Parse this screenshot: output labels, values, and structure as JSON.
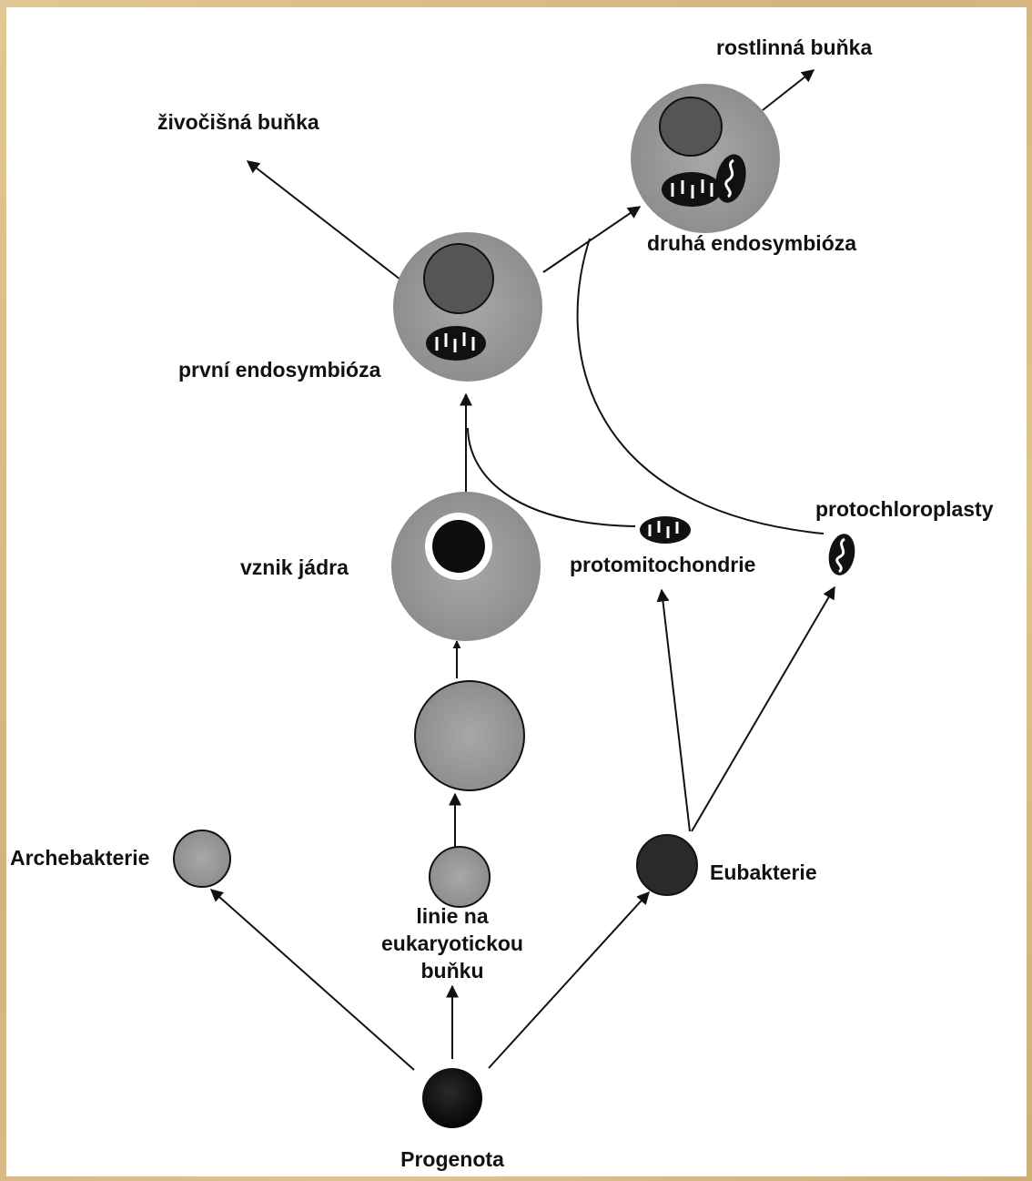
{
  "labels": {
    "animal_cell": "živočišná buňka",
    "plant_cell": "rostlinná buňka",
    "second_endosymbiosis": "druhá endosymbióza",
    "first_endosymbiosis": "první endosymbióza",
    "nucleus_origin": "vznik jádra",
    "protomitochondria": "protomitochondrie",
    "protochloroplasts": "protochloroplasty",
    "archaebacteria": "Archebakterie",
    "eubacteria": "Eubakterie",
    "eukaryote_line_1": "linie na",
    "eukaryote_line_2": "eukaryotickou",
    "eukaryote_line_3": "buňku",
    "progenote": "Progenota"
  },
  "colors": {
    "frame": "#d9bc8a",
    "paper": "#ffffff",
    "cell_gray": "#9a9a9a",
    "nucleus_dark": "#555555",
    "black": "#111111"
  }
}
